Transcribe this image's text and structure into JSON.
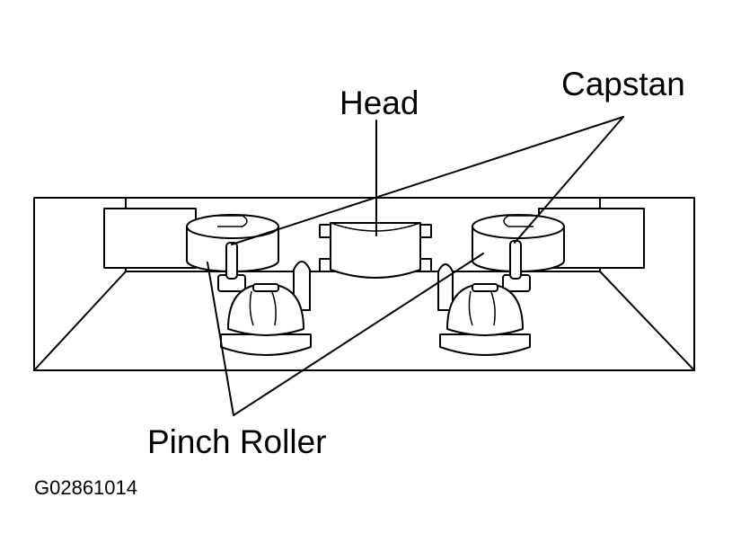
{
  "labels": {
    "head": "Head",
    "capstan": "Capstan",
    "pinch_roller": "Pinch Roller",
    "figure_code": "G02861014"
  },
  "colors": {
    "line": "#000000",
    "background": "#ffffff"
  }
}
